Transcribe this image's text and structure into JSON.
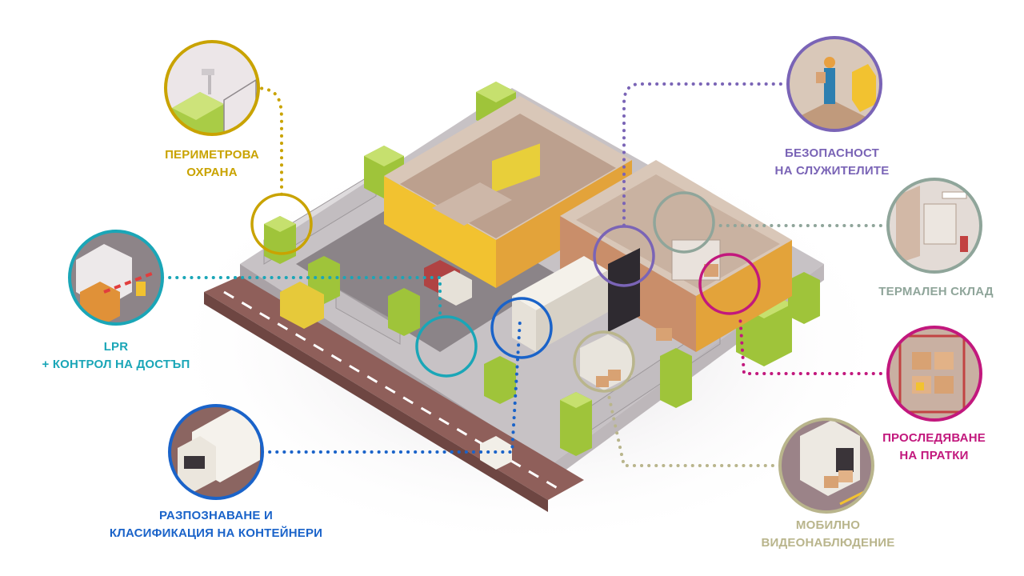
{
  "features": [
    {
      "id": "perimeter",
      "color": "#c9a300",
      "lines": [
        "ПЕРИМЕТРОВА",
        "ОХРАНА"
      ]
    },
    {
      "id": "lpr",
      "color": "#1aa6b7",
      "lines": [
        "LPR",
        "+ КОНТРОЛ НА ДОСТЪП"
      ]
    },
    {
      "id": "containers",
      "color": "#1a63c9",
      "lines": [
        "РАЗПОЗНАВАНЕ И",
        "КЛАСИФИКАЦИЯ НА КОНТЕЙНЕРИ"
      ]
    },
    {
      "id": "staff",
      "color": "#7a64b6",
      "lines": [
        "БЕЗОПАСНОСТ",
        "НА СЛУЖИТЕЛИТЕ"
      ]
    },
    {
      "id": "thermal",
      "color": "#8fa59a",
      "lines": [
        "ТЕРМАЛЕН СКЛАД"
      ]
    },
    {
      "id": "tracking",
      "color": "#c2187d",
      "lines": [
        "ПРОСЛЕДЯВАНЕ",
        "НА ПРАТКИ"
      ]
    },
    {
      "id": "mobile",
      "color": "#b9b58c",
      "lines": [
        "МОБИЛНО",
        "ВИДЕОНАБЛЮДЕНИЕ"
      ]
    }
  ]
}
